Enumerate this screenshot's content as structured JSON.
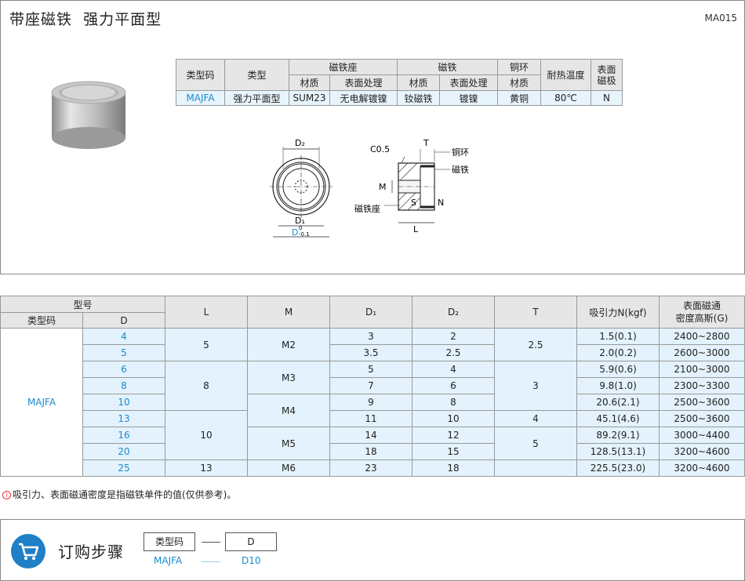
{
  "header": {
    "title": "带座磁铁  强力平面型",
    "code": "MA015"
  },
  "spec_table": {
    "h_code": "类型码",
    "h_type": "类型",
    "h_seat": "磁铁座",
    "h_magnet": "磁铁",
    "h_ring": "铜环",
    "h_temp": "耐热温度",
    "h_pole": "表面\n磁极",
    "h_material": "材质",
    "h_surface": "表面处理",
    "row": {
      "code": "MAJFA",
      "type": "强力平面型",
      "seat_mat": "SUM23",
      "seat_surface": "无电解镀镍",
      "mag_mat": "钕磁铁",
      "mag_surface": "镀镍",
      "ring_mat": "黄铜",
      "temp": "80℃",
      "pole": "N"
    }
  },
  "drawing": {
    "d2": "D₂",
    "d1": "D₁",
    "d": "D",
    "tol_top": "0",
    "tol_bot": "-0.1",
    "c05": "C0.5",
    "t": "T",
    "m": "M",
    "s": "S",
    "n": "N",
    "l": "L",
    "ring": "铜环",
    "magnet": "磁铁",
    "seat": "磁铁座"
  },
  "dim_table": {
    "h_model": "型号",
    "h_code": "类型码",
    "h_d": "D",
    "h_l": "L",
    "h_m": "M",
    "h_d1": "D₁",
    "h_d2": "D₂",
    "h_t": "T",
    "h_force": "吸引力N(kgf)",
    "h_density": "表面磁通\n密度高斯(G)",
    "code": "MAJFA",
    "d": [
      "4",
      "5",
      "6",
      "8",
      "10",
      "13",
      "16",
      "20",
      "25"
    ],
    "l": [
      "5",
      "8",
      "10",
      "13"
    ],
    "m": [
      "M2",
      "M3",
      "M4",
      "M5",
      "M6"
    ],
    "d1": [
      "3",
      "3.5",
      "5",
      "7",
      "9",
      "11",
      "14",
      "18",
      "23"
    ],
    "d2": [
      "2",
      "2.5",
      "4",
      "6",
      "8",
      "10",
      "12",
      "15",
      "18"
    ],
    "t": [
      "2.5",
      "3",
      "4",
      "5"
    ],
    "force": [
      "1.5(0.1)",
      "2.0(0.2)",
      "5.9(0.6)",
      "9.8(1.0)",
      "20.6(2.1)",
      "45.1(4.6)",
      "89.2(9.1)",
      "128.5(13.1)",
      "225.5(23.0)"
    ],
    "density": [
      "2400~2800",
      "2600~3000",
      "2100~3000",
      "2300~3300",
      "2500~3600",
      "2500~3600",
      "3000~4400",
      "3200~4600",
      "3200~4600"
    ]
  },
  "note": "吸引力、表面磁通密度是指磁铁单件的值(仅供参考)。",
  "order": {
    "title": "订购步骤",
    "label1": "类型码",
    "label2": "D",
    "value1": "MAJFA",
    "value2": "D10"
  }
}
